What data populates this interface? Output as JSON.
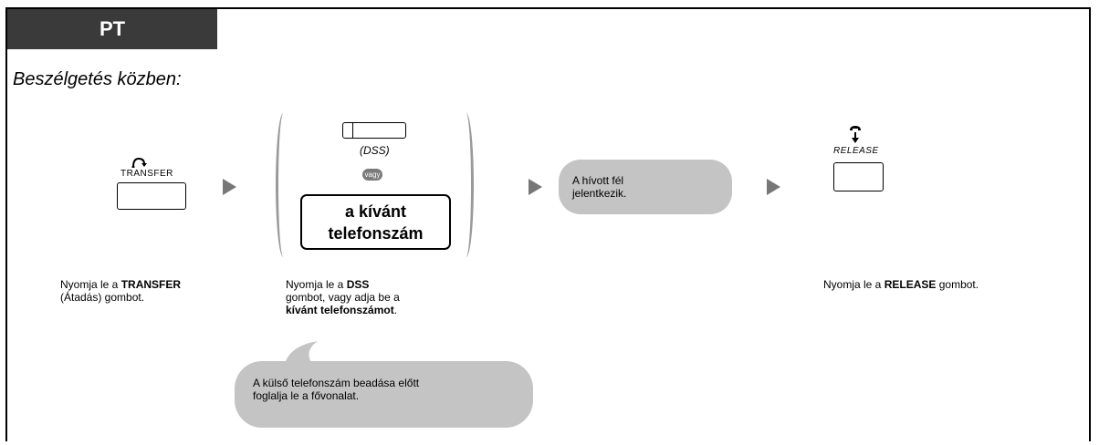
{
  "tab_label": "PT",
  "heading": "Beszélgetés közben:",
  "step1": {
    "key_label": "TRANSFER",
    "desc_pre": "Nyomja le a ",
    "desc_bold": "TRANSFER",
    "desc_post": "(Átadás) gombot."
  },
  "step2": {
    "dss_label": "(DSS)",
    "or_label": "vagy",
    "phone_line1": "a kívánt",
    "phone_line2": "telefonszám",
    "desc_pre": "Nyomja le a ",
    "desc_bold1": "DSS",
    "desc_mid": "gombot, vagy adja be a",
    "desc_bold2": "kívánt telefonszámot",
    "desc_post": "."
  },
  "step3": {
    "bubble_line1": "A hívott fél",
    "bubble_line2": "jelentkezik."
  },
  "step4": {
    "key_label": "RELEASE",
    "desc_pre": "Nyomja le a ",
    "desc_bold": "RELEASE",
    "desc_post": " gombot."
  },
  "note": {
    "line1": "A külső telefonszám beadása előtt",
    "line2": "foglalja le a fővonalat."
  }
}
